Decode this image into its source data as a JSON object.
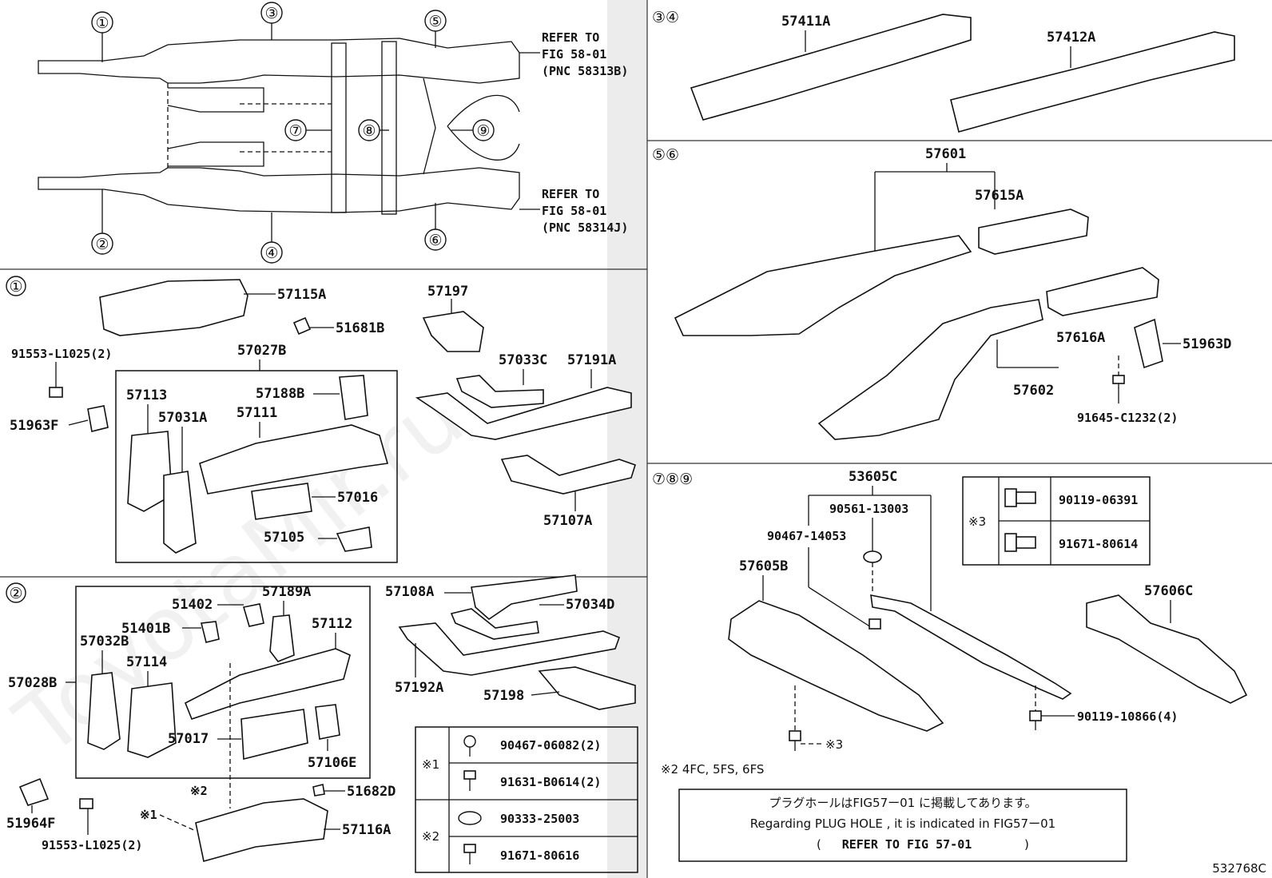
{
  "sections": {
    "s1": "①",
    "s2": "②",
    "s34": "③④",
    "s56": "⑤⑥",
    "s789": "⑦⑧⑨"
  },
  "overview": {
    "markers": [
      "①",
      "②",
      "③",
      "④",
      "⑤",
      "⑥",
      "⑦",
      "⑧",
      "⑨"
    ],
    "refer_top": [
      "REFER TO",
      "FIG 58-01",
      "(PNC 58313B)"
    ],
    "refer_bottom": [
      "REFER TO",
      "FIG 58-01",
      "(PNC 58314J)"
    ]
  },
  "part_labels": {
    "p57115A": "57115A",
    "p51681B": "51681B",
    "p57197": "57197",
    "p91553a": "91553-L1025(2)",
    "p57027B": "57027B",
    "p51963F": "51963F",
    "p57113": "57113",
    "p57031A": "57031A",
    "p57188B": "57188B",
    "p57111": "57111",
    "p57016": "57016",
    "p57105": "57105",
    "p57033C": "57033C",
    "p57191A": "57191A",
    "p57107A": "57107A",
    "p57189A": "57189A",
    "p51402": "51402",
    "p51401B": "51401B",
    "p57112": "57112",
    "p57032B": "57032B",
    "p57114": "57114",
    "p57028B": "57028B",
    "p57017": "57017",
    "p57106E": "57106E",
    "p51682D": "51682D",
    "p57116A": "57116A",
    "p51964F": "51964F",
    "p91553b": "91553-L1025(2)",
    "p57108A": "57108A",
    "p57034D": "57034D",
    "p57192A": "57192A",
    "p57198": "57198",
    "p57411A": "57411A",
    "p57412A": "57412A",
    "p57601": "57601",
    "p57615A": "57615A",
    "p57616A": "57616A",
    "p51963D": "51963D",
    "p57602": "57602",
    "p91645": "91645-C1232(2)",
    "p53605C": "53605C",
    "p90561": "90561-13003",
    "p90467": "90467-14053",
    "p57605B": "57605B",
    "p57606C": "57606C",
    "p90119b": "90119-10866(4)",
    "mark3": "※3",
    "mark2": "※2",
    "mark1": "※1"
  },
  "table_bottom": {
    "rows": [
      {
        "group": "※1",
        "part": "90467-06082(2)"
      },
      {
        "group": "※1",
        "part": "91631-B0614(2)"
      },
      {
        "group": "※2",
        "part": "90333-25003"
      },
      {
        "group": "※2",
        "part": "91671-80616"
      }
    ]
  },
  "table_right": {
    "group": "※3",
    "rows": [
      "90119-06391",
      "91671-80614"
    ]
  },
  "footnote_s2": "※2 4FC, 5FS, 6FS",
  "notice": {
    "jp": "プラグホールはFIG57ー01 に掲載してあります。",
    "en": "Regarding  PLUG HOLE , it is indicated in FIG57ー01",
    "ref_open": "(",
    "ref": "REFER TO FIG 57-01",
    "ref_close": ")"
  },
  "figure_code": "532768C",
  "watermark": "ToyotaMir.ru"
}
